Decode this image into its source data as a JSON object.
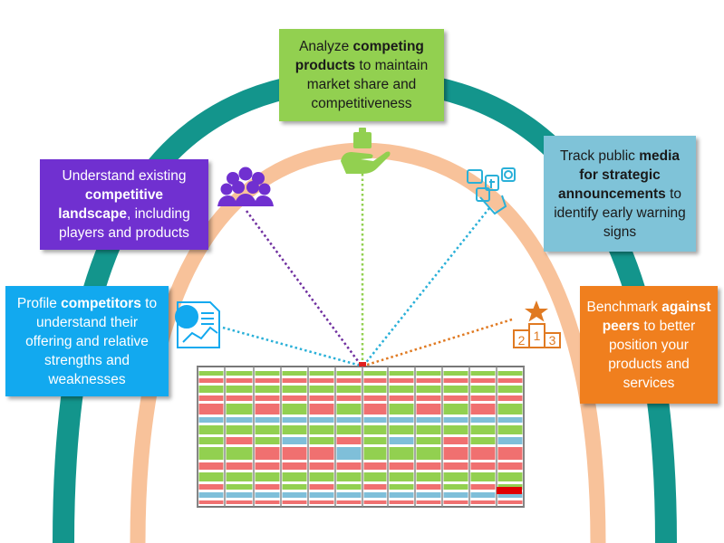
{
  "boxes": {
    "top": {
      "color": "#92d050",
      "line1_a": "Analyze ",
      "line1_b": "competing",
      "line2_a": "products",
      "line2_b": " to maintain",
      "line3": "market share and",
      "line4": "competitiveness"
    },
    "upper_left": {
      "color": "#7030d0",
      "line1": "Understand existing",
      "line2": "competitive",
      "line3_a": "landscape",
      "line3_b": ", including",
      "line4": "players and products"
    },
    "upper_right": {
      "color": "#7fc3d8",
      "line1_a": "Track public ",
      "line1_b": "media",
      "line2": "for strategic",
      "line3_a": "announcements",
      "line3_b": " to",
      "line4": "identify early warning",
      "line5": "signs"
    },
    "lower_left": {
      "color": "#12a9ef",
      "line1_a": "Profile ",
      "line1_b": "competitors",
      "line1_c": " to",
      "line2": "understand their",
      "line3": "offering and relative",
      "line4": "strengths and",
      "line5": "weaknesses"
    },
    "lower_right": {
      "color": "#f07f1e",
      "line1_a": "Benchmark ",
      "line1_b": "against",
      "line2_a": "peers",
      "line2_b": " to better",
      "line3": "position your",
      "line4": "products and",
      "line5": "services"
    }
  },
  "podium_labels": [
    "2",
    "1",
    "3"
  ],
  "colors": {
    "outer_arc": "#13958c",
    "inner_arc": "#f8c29a",
    "grid_red": "#f07070",
    "grid_green": "#92d050",
    "grid_blue": "#7fbfd9",
    "grid_gray": "#c8c8c8",
    "purple_line": "#7030a0",
    "green_line": "#92d050",
    "blue_line": "#2ab0d8",
    "orange_line": "#e07a22"
  }
}
